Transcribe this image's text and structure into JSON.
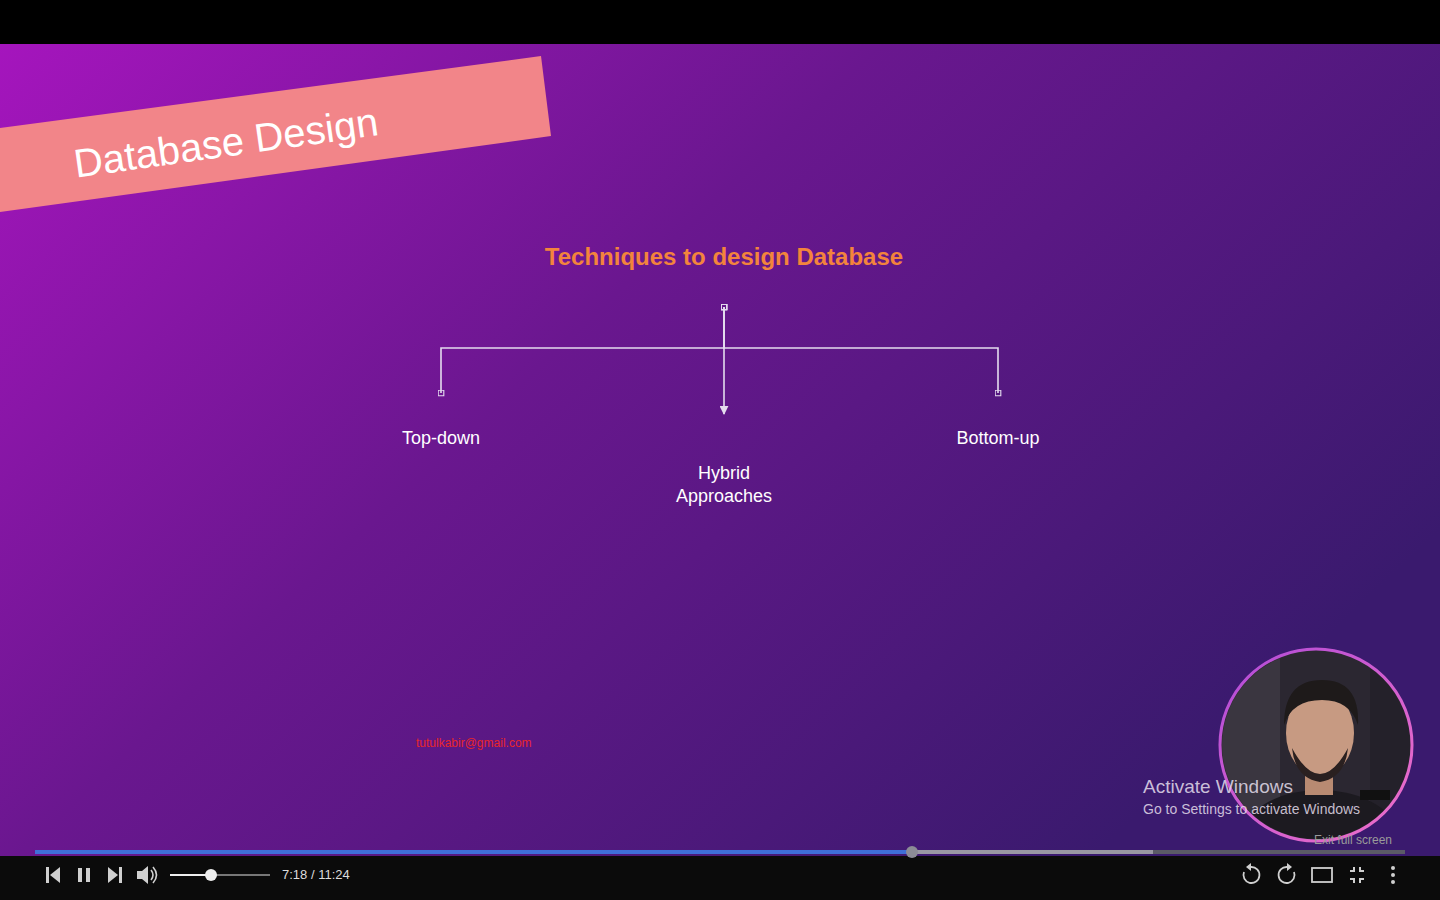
{
  "diagram": {
    "title": "Database Design",
    "nodes": [
      {
        "text": [
          "Techniques to design Database"
        ]
      },
      {
        "text": [
          "Top-down"
        ]
      },
      {
        "text": [
          "Hybrid Approaches"
        ]
      },
      {
        "text": [
          "Bottom-up"
        ]
      }
    ],
    "edges": [
      {
        "from": 0,
        "to": 1,
        "arrow": "none"
      },
      {
        "from": 0,
        "to": 2,
        "arrow": "to"
      },
      {
        "from": 0,
        "to": 3,
        "arrow": "none"
      }
    ],
    "labels": [
      "tutulkabir@gmail.com",
      "Activate Windows",
      "Go to Settings to activate Windows",
      "7:18 / 11:24",
      "Exit full screen"
    ]
  }
}
